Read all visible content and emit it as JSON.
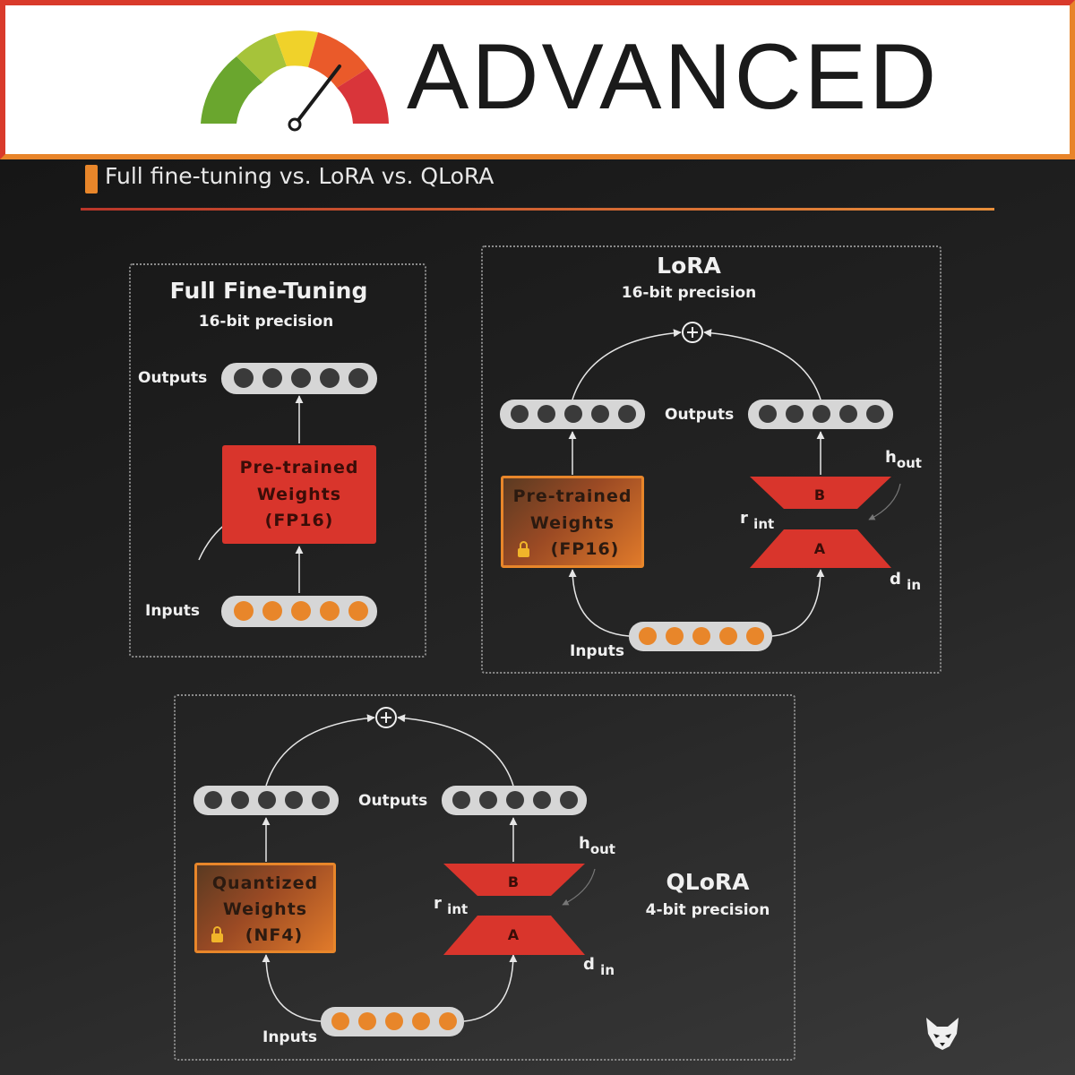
{
  "header": {
    "title": "ADVANCED",
    "gauge_icon": "speedometer-gauge-icon"
  },
  "page": {
    "title": "Full fine-tuning vs. LoRA vs. QLoRA"
  },
  "full_ft": {
    "title": "Full Fine-Tuning",
    "precision": "16-bit precision",
    "outputs_label": "Outputs",
    "inputs_label": "Inputs",
    "weights_lines": [
      "Pre-trained",
      "Weights",
      "(FP16)"
    ]
  },
  "lora": {
    "title": "LoRA",
    "precision": "16-bit precision",
    "outputs_label": "Outputs",
    "inputs_label": "Inputs",
    "weights_lines": [
      "Pre-trained",
      "Weights",
      "(FP16)"
    ],
    "b_label": "B",
    "a_label": "A",
    "h_main": "h",
    "h_sub": "out",
    "r_main": "r",
    "r_sub": "int",
    "d_main": "d",
    "d_sub": "in"
  },
  "qlora": {
    "title": "QLoRA",
    "precision": "4-bit precision",
    "outputs_label": "Outputs",
    "inputs_label": "Inputs",
    "weights_lines": [
      "Quantized",
      "Weights",
      "(NF4)"
    ],
    "b_label": "B",
    "a_label": "A",
    "h_main": "h",
    "h_sub": "out",
    "r_main": "r",
    "r_sub": "int",
    "d_main": "d",
    "d_sub": "in"
  },
  "colors": {
    "frozen_red": "#d9352c",
    "accent_orange": "#e8862a",
    "output_node": "#3a3a3a",
    "input_node": "#e8862a",
    "node_bar": "#d6d6d6"
  },
  "logo_icon": "wolf-logo-icon"
}
